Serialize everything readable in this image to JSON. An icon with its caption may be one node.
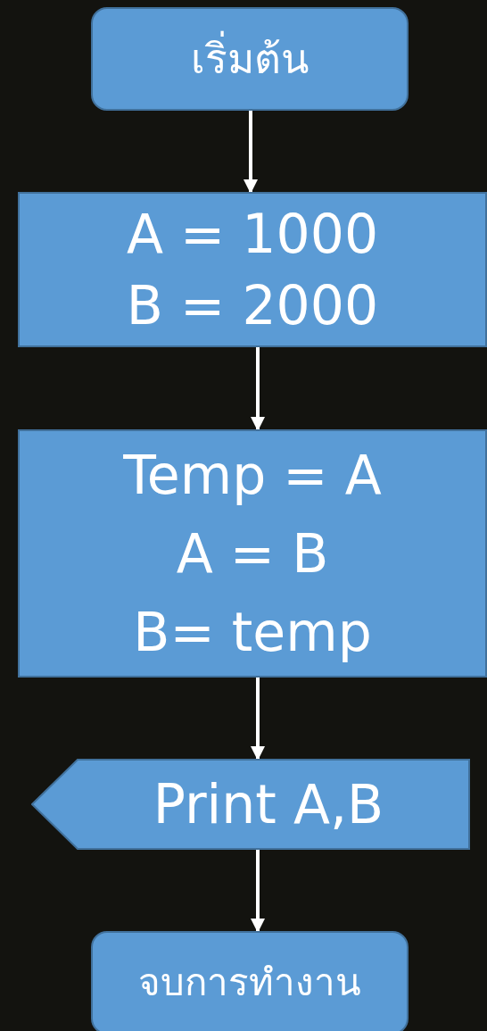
{
  "diagram": {
    "nodes": [
      {
        "text": [
          "เริ่มต้น"
        ]
      },
      {
        "text": [
          "A = 1000",
          "B = 2000"
        ]
      },
      {
        "text": [
          "Temp = A",
          "A = B",
          "B= temp"
        ]
      },
      {
        "text": [
          "Print A,B"
        ]
      },
      {
        "text": [
          "จบการทำงาน"
        ]
      }
    ],
    "edges": [
      {
        "from": 0,
        "to": 1,
        "arrow": "to"
      },
      {
        "from": 1,
        "to": 2,
        "arrow": "to"
      },
      {
        "from": 2,
        "to": 3,
        "arrow": "to"
      },
      {
        "from": 3,
        "to": 4,
        "arrow": "to"
      }
    ]
  }
}
